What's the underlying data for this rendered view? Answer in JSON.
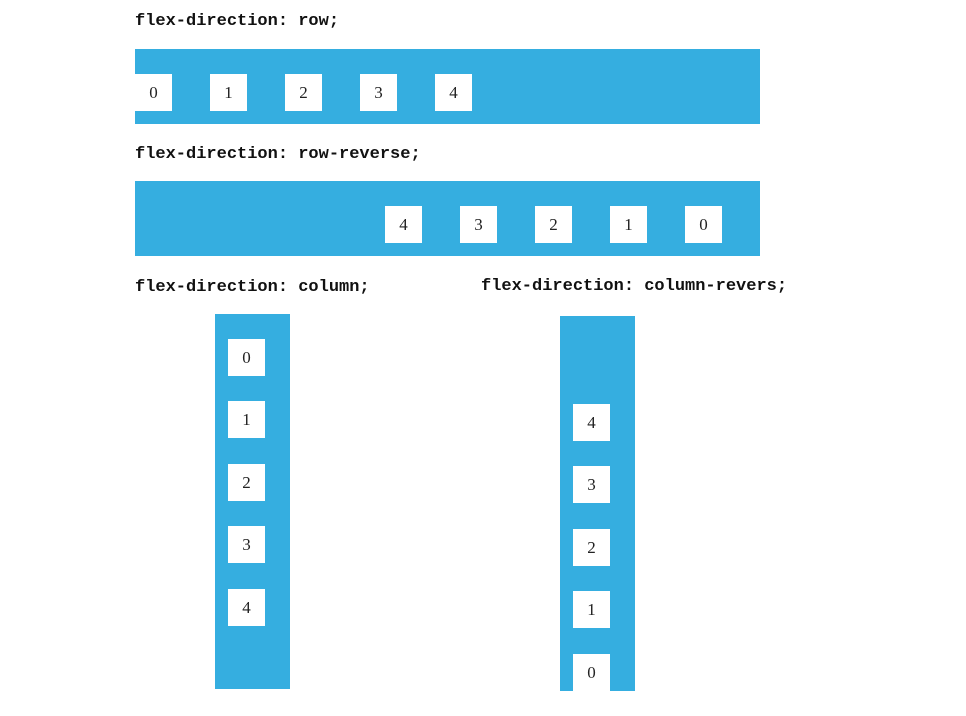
{
  "sections": [
    {
      "label": "flex-direction: row;",
      "items": [
        "0",
        "1",
        "2",
        "3",
        "4"
      ]
    },
    {
      "label": "flex-direction: row-reverse;",
      "items": [
        "4",
        "3",
        "2",
        "1",
        "0"
      ]
    },
    {
      "label": "flex-direction: column;",
      "items": [
        "0",
        "1",
        "2",
        "3",
        "4"
      ]
    },
    {
      "label": "flex-direction: column-revers;",
      "items": [
        "4",
        "3",
        "2",
        "1",
        "0"
      ]
    }
  ],
  "colors": {
    "panel": "#35aee0",
    "item_bg": "#ffffff",
    "text": "#111111"
  }
}
